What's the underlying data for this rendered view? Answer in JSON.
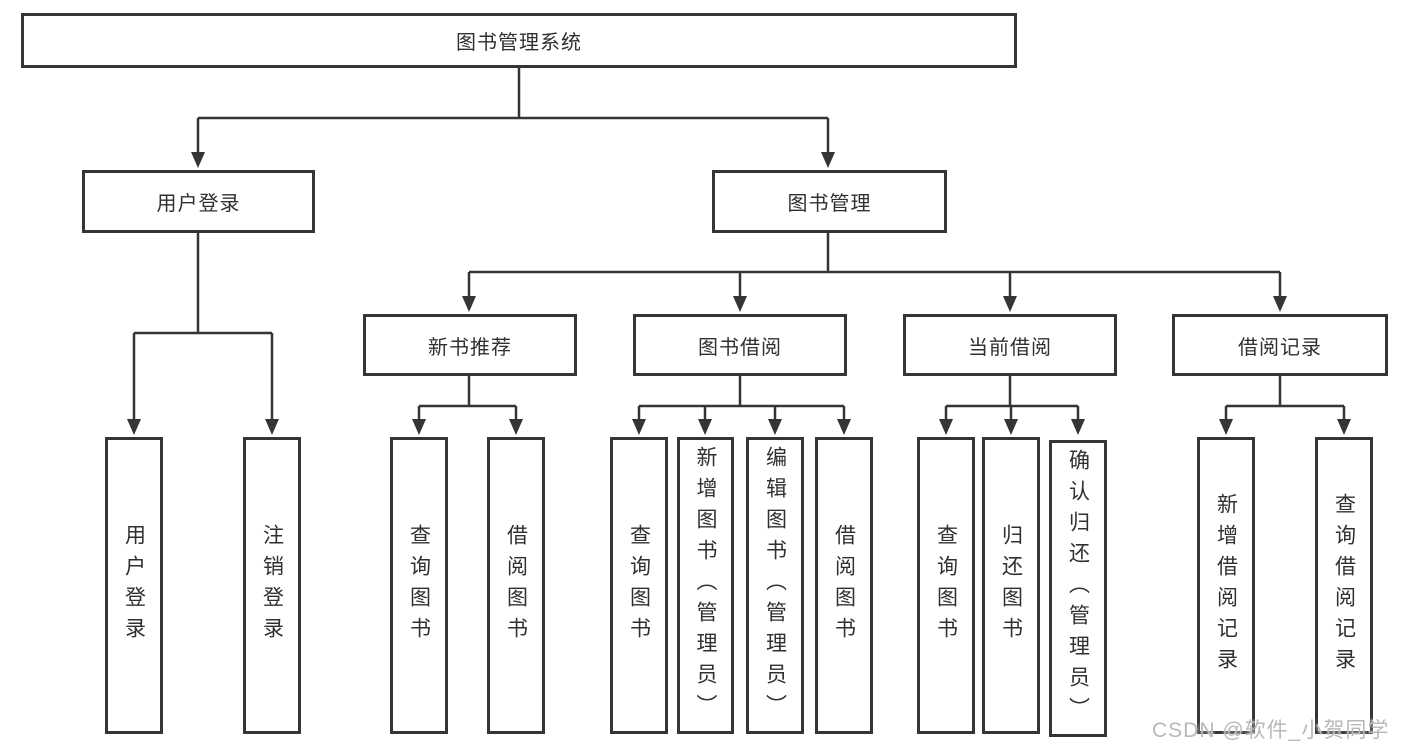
{
  "diagram": {
    "type": "hierarchy-tree",
    "nodes": {
      "root": "图书管理系统",
      "user_login": "用户登录",
      "book_mgmt": "图书管理",
      "new_book": "新书推荐",
      "book_borrow": "图书借阅",
      "current_borrow": "当前借阅",
      "borrow_records": "借阅记录"
    },
    "leaves": [
      {
        "label": "用户登录",
        "parent": "用户登录"
      },
      {
        "label": "注销登录",
        "parent": "用户登录"
      },
      {
        "label": "查询图书",
        "parent": "新书推荐"
      },
      {
        "label": "借阅图书",
        "parent": "新书推荐"
      },
      {
        "label": "查询图书",
        "parent": "图书借阅"
      },
      {
        "label": "新增图书（管理员）",
        "parent": "图书借阅"
      },
      {
        "label": "编辑图书（管理员）",
        "parent": "图书借阅"
      },
      {
        "label": "借阅图书",
        "parent": "图书借阅"
      },
      {
        "label": "查询图书",
        "parent": "当前借阅"
      },
      {
        "label": "归还图书",
        "parent": "当前借阅"
      },
      {
        "label": "确认归还（管理员）",
        "parent": "当前借阅"
      },
      {
        "label": "新增借阅记录",
        "parent": "借阅记录"
      },
      {
        "label": "查询借阅记录",
        "parent": "借阅记录"
      }
    ]
  },
  "watermark": {
    "text": "CSDN @软件_小贺同学",
    "color": "#b8b8b8"
  },
  "colors": {
    "line": "#353535",
    "box_border": "#353535",
    "box_fill": "#ffffff",
    "text": "#303030",
    "background": "#ffffff"
  }
}
